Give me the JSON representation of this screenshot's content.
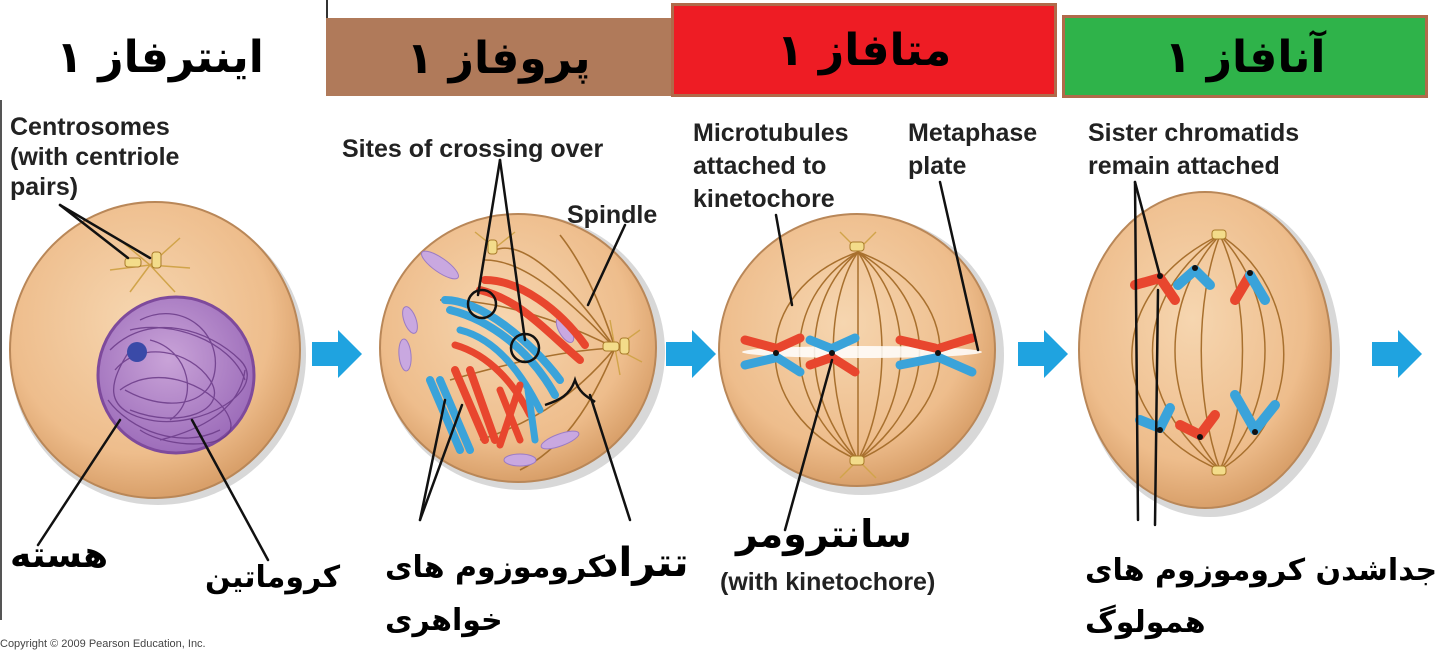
{
  "phases": {
    "interphase": "اینترفاز ۱",
    "prophase": "پروفاز ۱",
    "metaphase": "متافاز ۱",
    "anaphase": "آنافاز ۱"
  },
  "colors": {
    "prophase_header": "#b07a5a",
    "metaphase_header": "#ee1c24",
    "anaphase_header": "#2fb34a",
    "cell": "#f0c79c",
    "spindle": "#a8702e",
    "chromosome_red": "#e8462e",
    "chromosome_blue": "#3aa3da",
    "chromatin": "#8a52a8",
    "arrow": "#1fa3e0"
  },
  "english_labels": {
    "centrosomes": [
      "Centrosomes",
      "(with centriole",
      "pairs)"
    ],
    "crossing_over": "Sites of crossing over",
    "spindle": "Spindle",
    "microtubules": [
      "Microtubules",
      "attached to",
      "kinetochore"
    ],
    "metaphase_plate": [
      "Metaphase",
      "plate"
    ],
    "sister_chromatids": [
      "Sister chromatids",
      "remain attached"
    ],
    "with_kinetochore": "(with kinetochore)"
  },
  "persian_labels": {
    "nucleus": "هسته",
    "chromatin": "کروماتین",
    "sister_chromosomes_1": "کروموزوم های",
    "sister_chromosomes_2": "خواهری",
    "tetrad": "تتراد",
    "centromere": "سانترومر",
    "separation_1": "جداشدن کروموزوم های",
    "separation_2": "همولوگ"
  },
  "copyright": "Copyright © 2009 Pearson Education, Inc."
}
